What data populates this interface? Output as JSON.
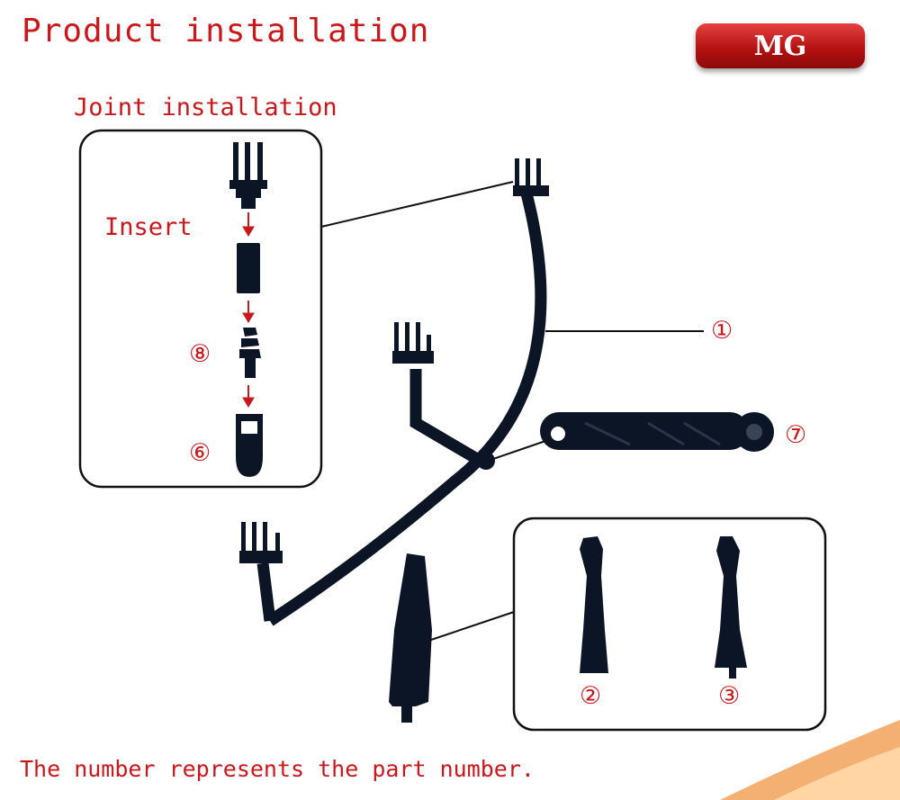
{
  "header": {
    "title": "Product installation",
    "brand": "MG"
  },
  "joint_box": {
    "title": "Joint installation",
    "insert_label": "Insert",
    "part_8": "⑧",
    "part_6": "⑥"
  },
  "callouts": {
    "part_1": "①",
    "part_7": "⑦",
    "part_2": "②",
    "part_3": "③"
  },
  "footer": {
    "note": "The number represents the part number."
  },
  "colors": {
    "accent_red": "#c8181c",
    "part_color": "#0c1526",
    "box_border": "#111111"
  }
}
